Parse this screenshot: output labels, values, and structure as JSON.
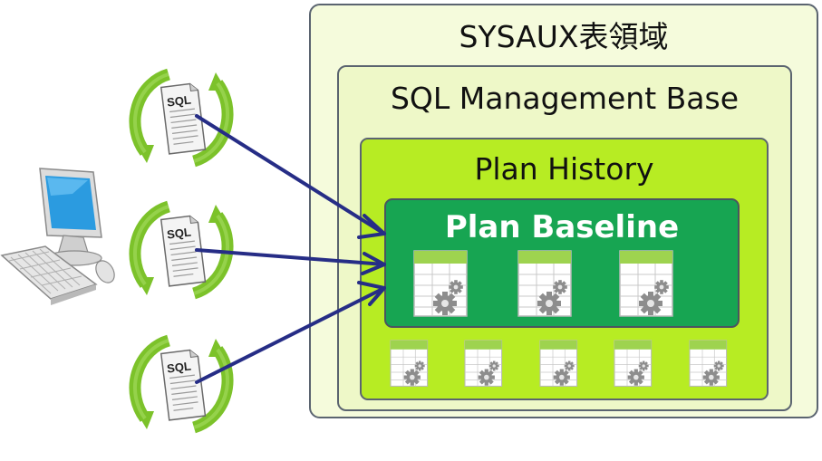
{
  "diagram": {
    "tablespace_title": "SYSAUX表領域",
    "management_base_title": "SQL Management Base",
    "plan_history_title": "Plan History",
    "plan_baseline_title": "Plan Baseline",
    "sql_label": "SQL",
    "icons": {
      "client": "computer-icon",
      "statement": "sql-document-icon",
      "cycle": "refresh-arrows-icon",
      "plan": "table-gear-icon"
    },
    "colors": {
      "outer_fill": "#f5fbdc",
      "smb_fill": "#eef8c8",
      "plan_history_fill": "#b7ec23",
      "plan_baseline_fill": "#17a552",
      "arrow": "#262d86",
      "cycle_green": "#7cc22a"
    }
  }
}
